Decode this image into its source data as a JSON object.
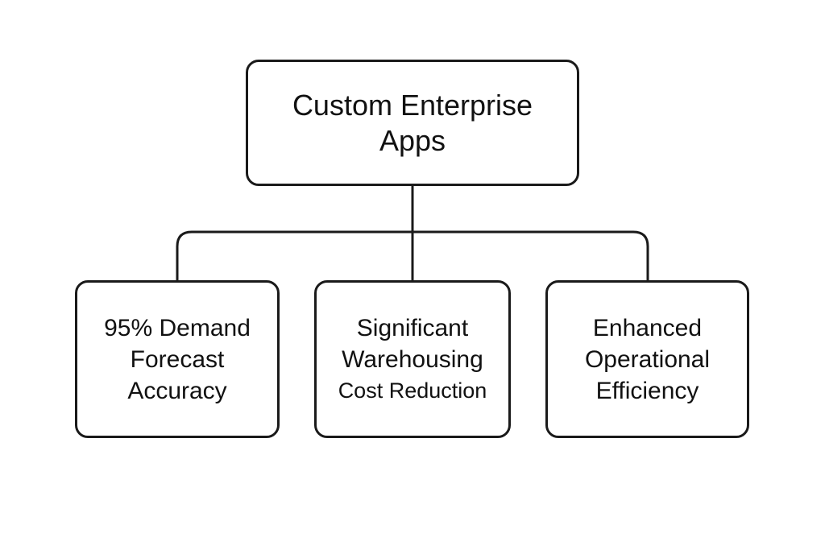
{
  "diagram": {
    "root": {
      "lines": [
        "Custom Enterprise",
        "Apps"
      ]
    },
    "children": [
      {
        "lines": [
          "95% Demand",
          "Forecast",
          "Accuracy"
        ]
      },
      {
        "lines": [
          "Significant",
          "Warehousing",
          "Cost Reduction"
        ]
      },
      {
        "lines": [
          "Enhanced",
          "Operational",
          "Efficiency"
        ]
      }
    ]
  },
  "colors": {
    "stroke": "#1a1a1a",
    "background": "#ffffff",
    "text": "#111111"
  }
}
